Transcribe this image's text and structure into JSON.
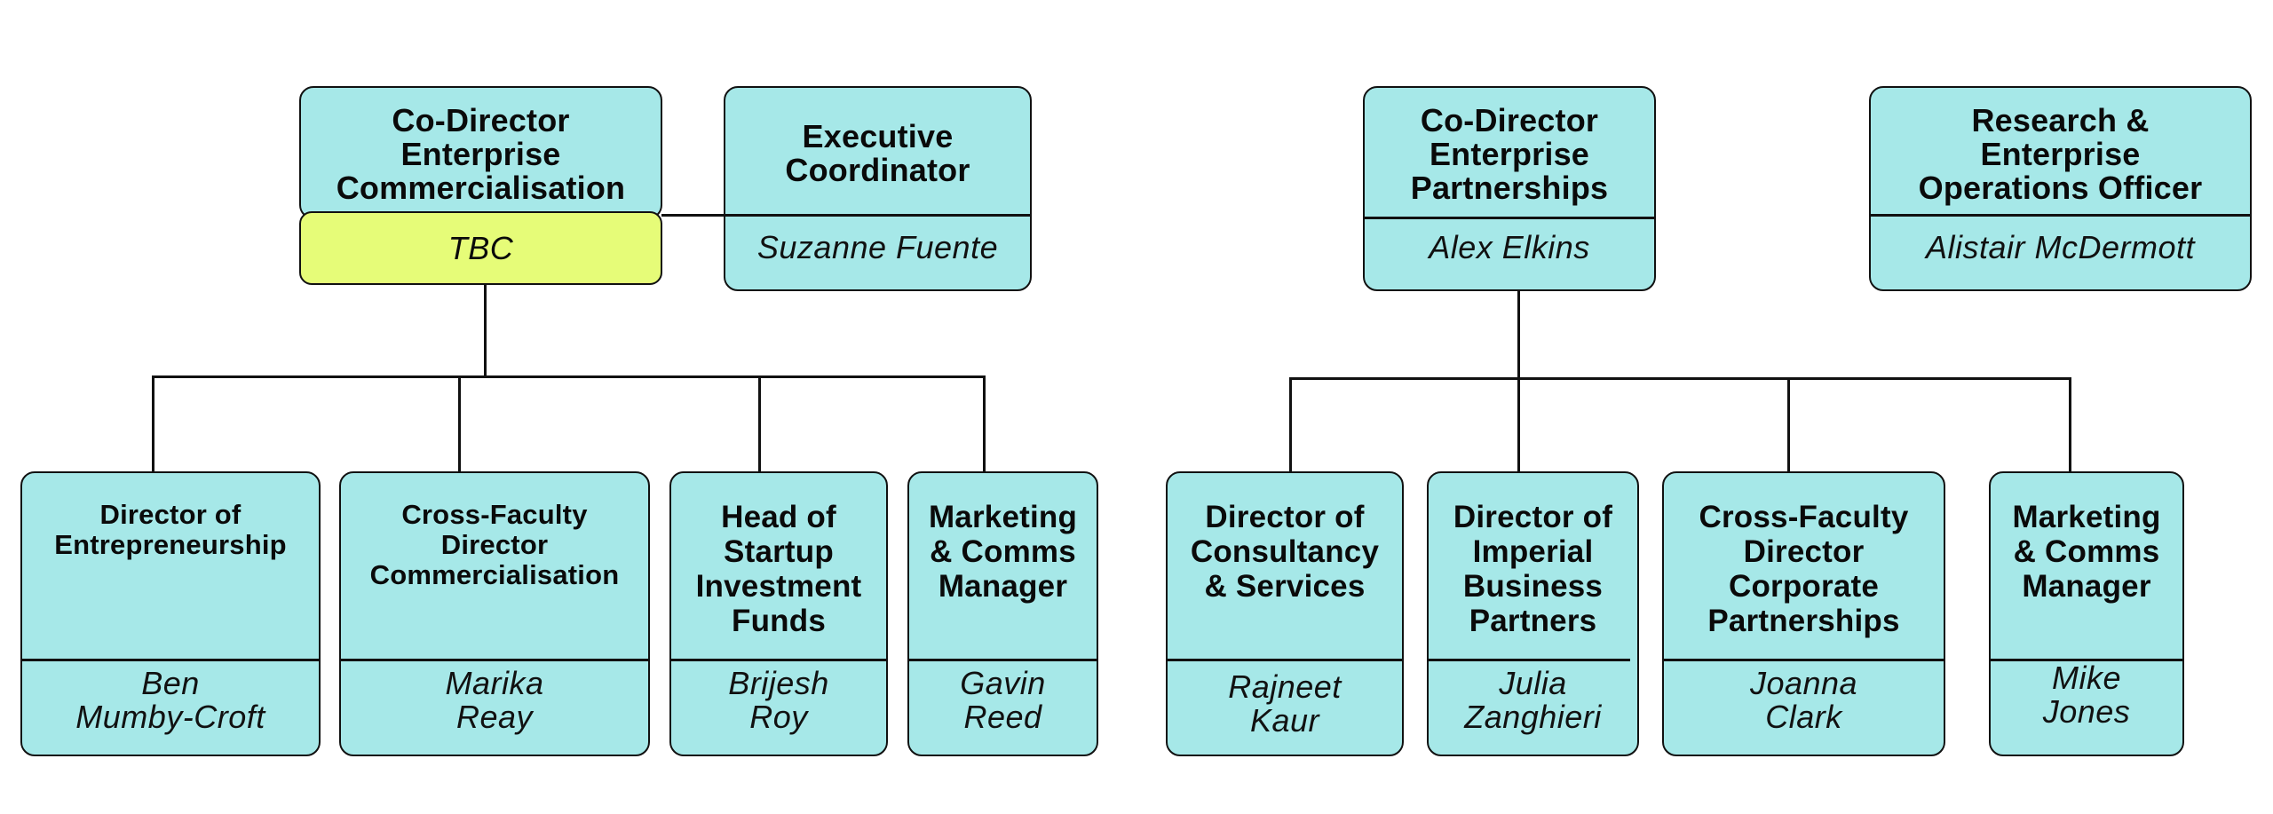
{
  "chart": {
    "title": "Enterprise organisational chart",
    "colors": {
      "box_fill": "#A6E8E8",
      "vacant_fill": "#E6FC78",
      "line": "#111111"
    },
    "top_row": [
      {
        "id": "co-director-commercialisation",
        "title": [
          "Co-Director",
          "Enterprise",
          "Commercialisation"
        ],
        "name": "TBC",
        "status": "vacant"
      },
      {
        "id": "executive-coordinator",
        "title": [
          "Executive",
          "Coordinator"
        ],
        "name": "Suzanne Fuente"
      },
      {
        "id": "co-director-partnerships",
        "title": [
          "Co-Director",
          "Enterprise",
          "Partnerships"
        ],
        "name": "Alex Elkins"
      },
      {
        "id": "operations-officer",
        "title": [
          "Research &",
          "Enterprise",
          "Operations Officer"
        ],
        "name": "Alistair McDermott"
      }
    ],
    "bottom_row": [
      {
        "id": "director-entrepreneurship",
        "reports_to": "co-director-commercialisation",
        "title": [
          "Director of",
          "Entrepreneurship"
        ],
        "name": [
          "Ben",
          "Mumby-Croft"
        ]
      },
      {
        "id": "cross-faculty-commercialisation",
        "reports_to": "co-director-commercialisation",
        "title": [
          "Cross-Faculty",
          "Director",
          "Commercialisation"
        ],
        "name": [
          "Marika",
          "Reay"
        ]
      },
      {
        "id": "head-startup-funds",
        "reports_to": "co-director-commercialisation",
        "title": [
          "Head of",
          "Startup",
          "Investment",
          "Funds"
        ],
        "name": [
          "Brijesh",
          "Roy"
        ]
      },
      {
        "id": "marketing-comms-left",
        "reports_to": "co-director-commercialisation",
        "title": [
          "Marketing",
          "& Comms",
          "Manager"
        ],
        "name": [
          "Gavin",
          "Reed"
        ]
      },
      {
        "id": "director-consultancy",
        "reports_to": "co-director-partnerships",
        "title": [
          "Director of",
          "Consultancy",
          "& Services"
        ],
        "name": [
          "Rajneet",
          "Kaur"
        ]
      },
      {
        "id": "director-imperial-bp",
        "reports_to": "co-director-partnerships",
        "title": [
          "Director of",
          "Imperial",
          "Business",
          "Partners"
        ],
        "name": [
          "Julia",
          "Zanghieri"
        ]
      },
      {
        "id": "cross-faculty-corporate",
        "reports_to": "co-director-partnerships",
        "title": [
          "Cross-Faculty",
          "Director",
          "Corporate",
          "Partnerships"
        ],
        "name": [
          "Joanna",
          "Clark"
        ]
      },
      {
        "id": "marketing-comms-right",
        "reports_to": "co-director-partnerships",
        "title": [
          "Marketing",
          "& Comms",
          "Manager"
        ],
        "name": [
          "Mike",
          "Jones"
        ]
      }
    ]
  }
}
